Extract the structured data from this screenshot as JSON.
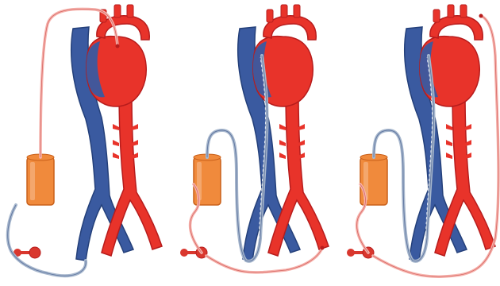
{
  "figure": {
    "panels": [
      {
        "id": "panel-1",
        "drainage": "cannula-via-femoral-vein",
        "return": "line-to-aortic-arch"
      },
      {
        "id": "panel-2",
        "drainage": "dual-stage-cannula-via-femoral-vein-to-svc",
        "return": "femoral-artery"
      },
      {
        "id": "panel-3",
        "drainage": "dual-stage-cannula-via-femoral-vein-to-svc",
        "return": "line-to-subclavian-artery"
      }
    ],
    "colors": {
      "artery": "#e8332a",
      "artery_dark": "#b71c1c",
      "vein": "#3a5aa0",
      "vein_dark": "#24407a",
      "reservoir": "#f08a3c",
      "reservoir_dark": "#c9601a",
      "tubing_arterial": "#f6b3ad",
      "tubing_venous": "#a7b7cd",
      "pump": "#d9372e"
    }
  }
}
